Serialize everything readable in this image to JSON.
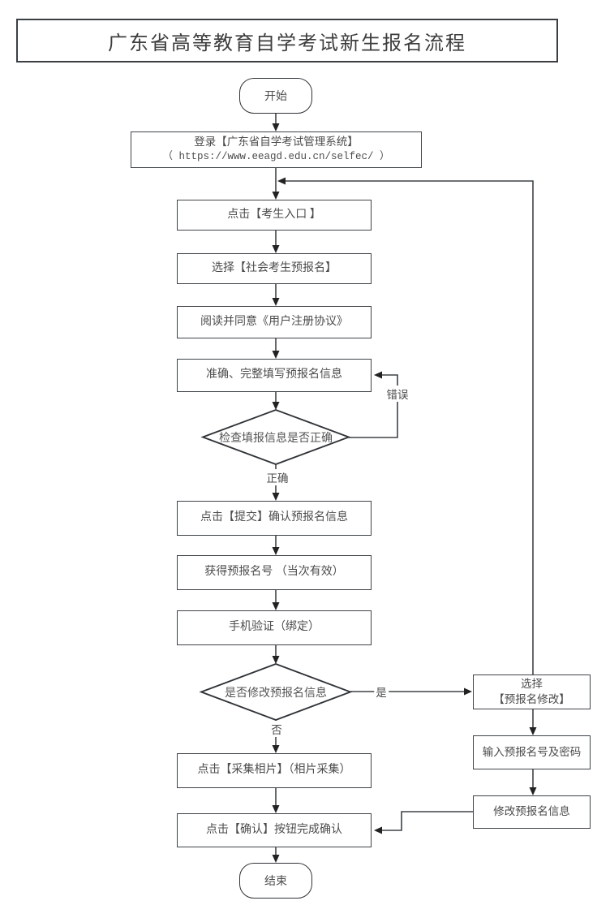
{
  "title": "广东省高等教育自学考试新生报名流程",
  "nodes": {
    "start": "开始",
    "login_line1": "登录【广东省自学考试管理系统】",
    "login_line2": "（ https://www.eeagd.edu.cn/selfec/ ）",
    "entry": "点击【考生入口 】",
    "choose_prereg": "选择【社会考生预报名】",
    "agreement": "阅读并同意《用户注册协议》",
    "fill_info": "准确、完整填写预报名信息",
    "check_info": "检查填报信息是否正确",
    "submit": "点击【提交】确认预报名信息",
    "get_number": "获得预报名号 （当次有效）",
    "phone_verify": "手机验证（绑定）",
    "modify_decision": "是否修改预报名信息",
    "photo": "点击【采集相片】（相片采集）",
    "confirm": "点击【确认】按钮完成确认",
    "end": "结束",
    "choose_modify_line1": "选择",
    "choose_modify_line2": "【预报名修改】",
    "input_credentials": "输入预报名号及密码",
    "modify_info": "修改预报名信息"
  },
  "edge_labels": {
    "correct": "正确",
    "error": "错误",
    "yes": "是",
    "no": "否"
  },
  "colors": {
    "line": "#3f4347",
    "arrow": "#222222",
    "text": "#4c4c4c"
  }
}
